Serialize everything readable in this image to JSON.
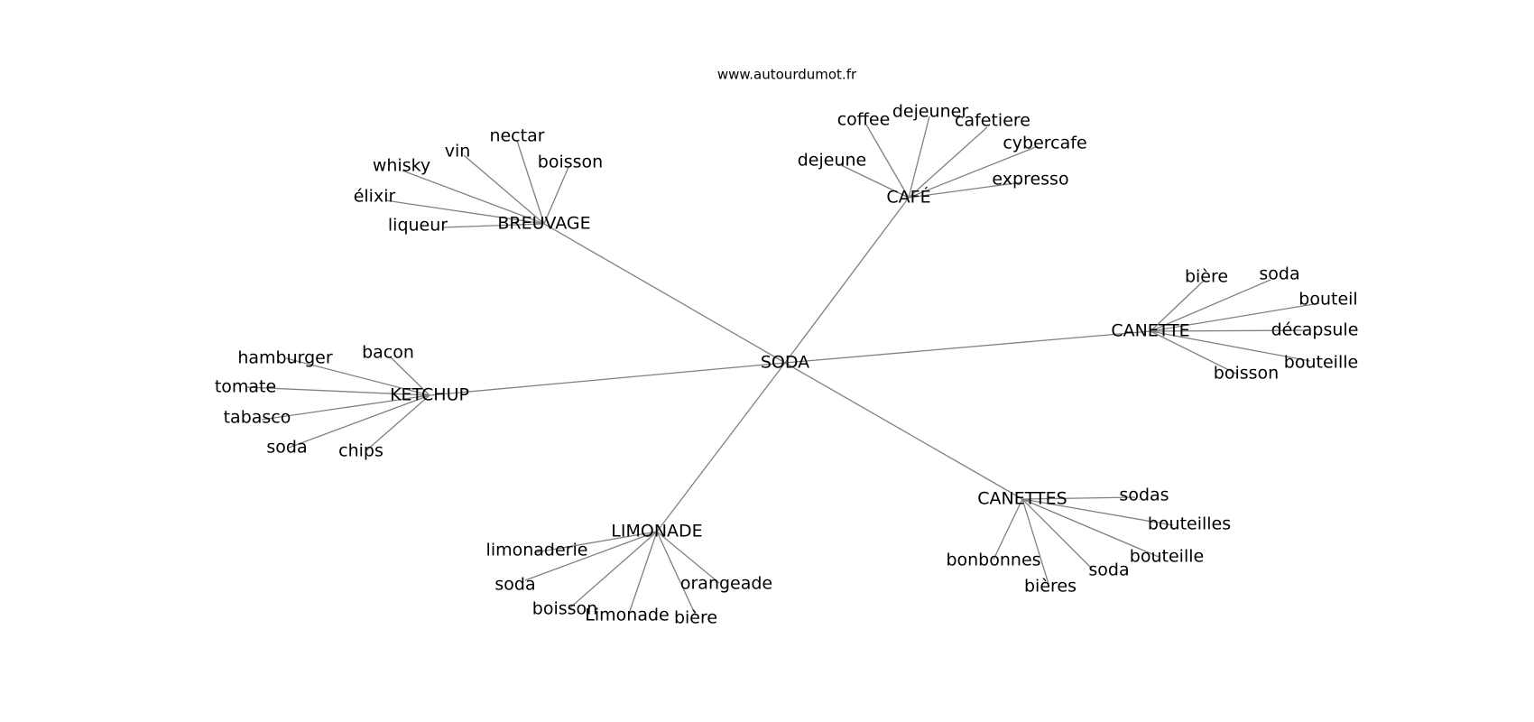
{
  "source": "www.autourdumot.fr",
  "graph": {
    "center": "SODA",
    "clusters": [
      {
        "label": "BREUVAGE",
        "leaves": [
          "nectar",
          "vin",
          "whisky",
          "boisson",
          "élixir",
          "liqueur"
        ]
      },
      {
        "label": "CAFÉ",
        "leaves": [
          "coffee",
          "dejeuner",
          "cafetiere",
          "dejeune",
          "cybercafe",
          "expresso"
        ]
      },
      {
        "label": "CANETTE",
        "leaves": [
          "bière",
          "soda",
          "bouteil",
          "décapsule",
          "bouteille",
          "boisson"
        ]
      },
      {
        "label": "KETCHUP",
        "leaves": [
          "hamburger",
          "bacon",
          "tomate",
          "tabasco",
          "soda",
          "chips"
        ]
      },
      {
        "label": "CANETTES",
        "leaves": [
          "sodas",
          "bouteilles",
          "bouteille",
          "soda",
          "bonbonnes",
          "bières"
        ]
      },
      {
        "label": "LIMONADE",
        "leaves": [
          "limonaderie",
          "soda",
          "boisson",
          "Limonade",
          "bière",
          "orangeade"
        ]
      }
    ]
  }
}
